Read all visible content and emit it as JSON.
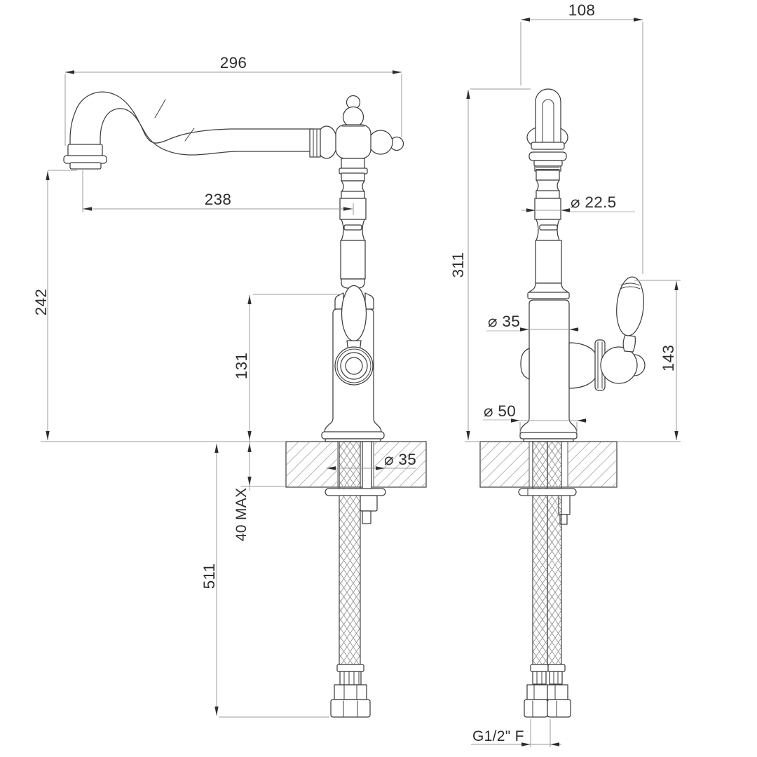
{
  "front_view": {
    "dims": {
      "spout_reach": "296",
      "spout_to_axis": "238",
      "outlet_height": "242",
      "handle_height_above_deck": "131",
      "max_deck_thickness": "40 MAX",
      "hose_drop": "511",
      "deck_hole_diameter": "⌀ 35"
    }
  },
  "side_view": {
    "dims": {
      "top_offset": "108",
      "height_to_spout_top": "311",
      "spout_diameter": "⌀ 22.5",
      "body_diameter": "⌀ 35",
      "lever_height": "143",
      "base_diameter": "⌀ 50",
      "connection_thread": "G1/2\" F"
    }
  }
}
